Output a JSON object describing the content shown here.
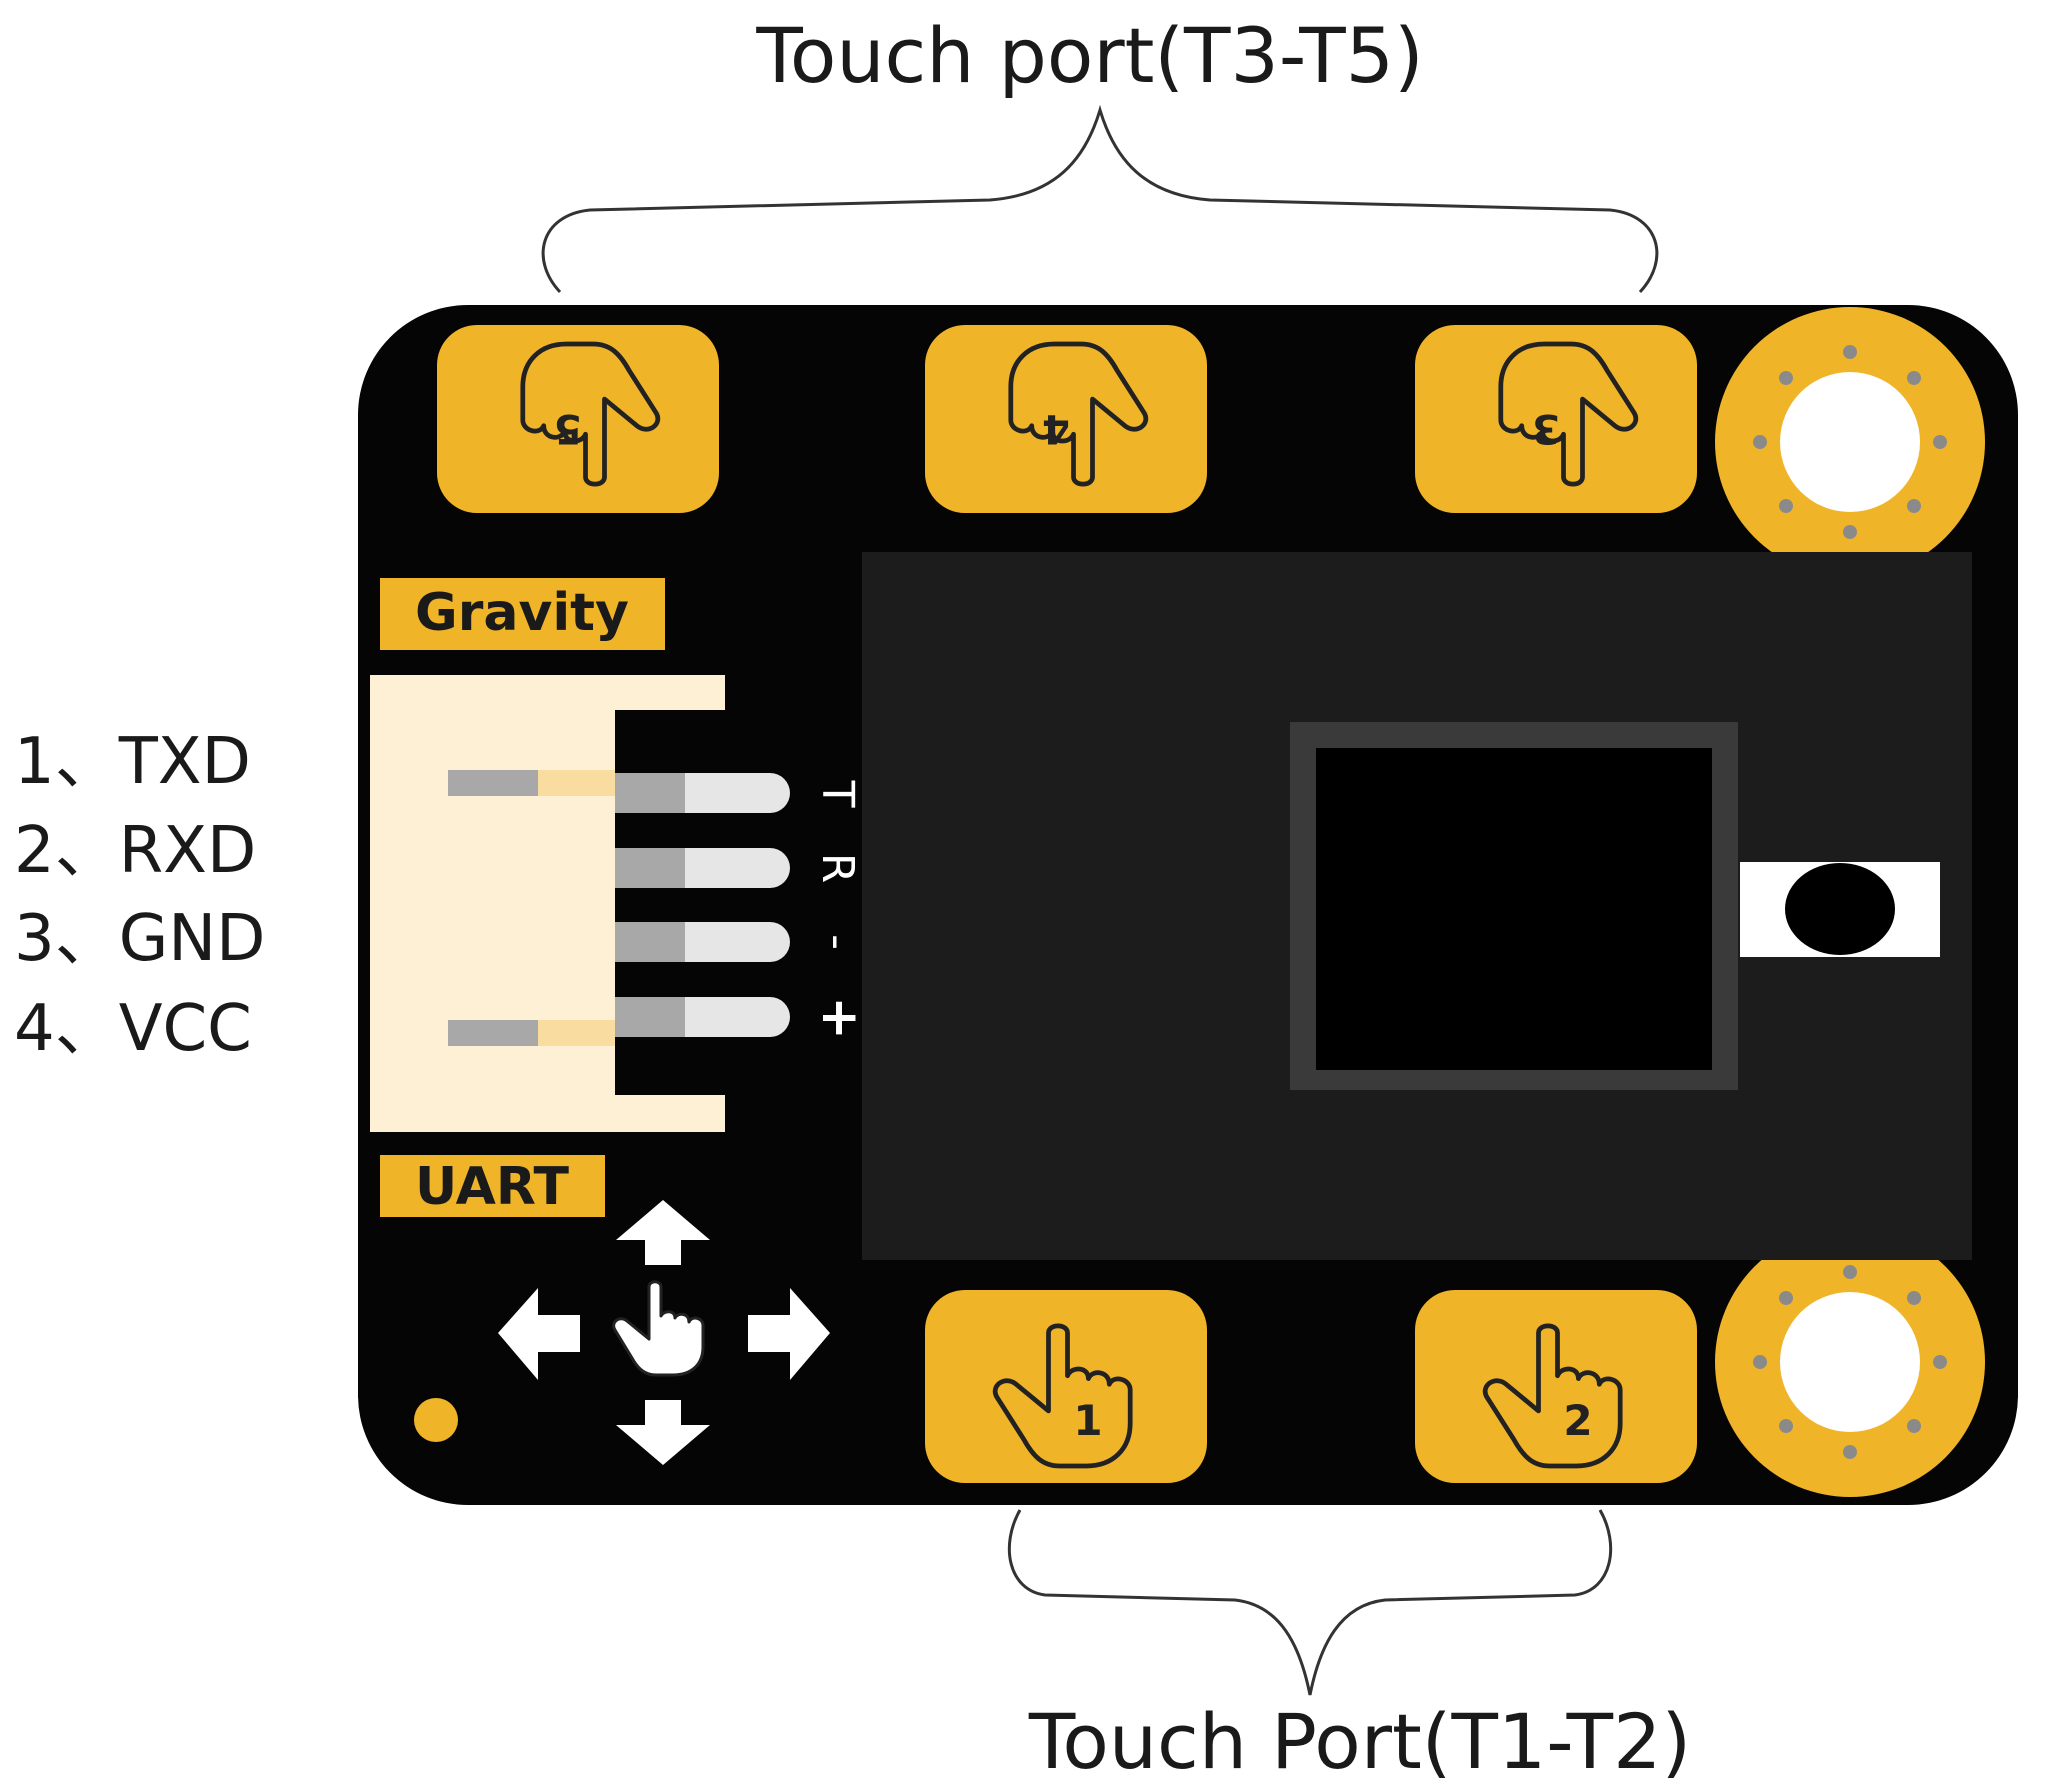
{
  "labels": {
    "top_port": "Touch port(T3-T5)",
    "bottom_port": "Touch Port(T1-T2)",
    "gravity": "Gravity",
    "uart": "UART"
  },
  "pins": [
    {
      "label": "1、TXD",
      "silk": "T"
    },
    {
      "label": "2、RXD",
      "silk": "R"
    },
    {
      "label": "3、GND",
      "silk": "-"
    },
    {
      "label": "4、VCC",
      "silk": "+"
    }
  ],
  "pads": {
    "top": [
      {
        "number": "5",
        "icon": "hand-pointer-icon"
      },
      {
        "number": "4",
        "icon": "hand-pointer-icon"
      },
      {
        "number": "3",
        "icon": "hand-pointer-icon"
      }
    ],
    "bottom": [
      {
        "number": "1",
        "icon": "hand-pointer-icon"
      },
      {
        "number": "2",
        "icon": "hand-pointer-icon"
      }
    ]
  },
  "colors": {
    "board": "#050505",
    "pad": "#f0b429",
    "connector": "#fdf0d4",
    "pin": "#e6e6e6",
    "pin_dark": "#a8a8a8",
    "module": "#1c1c1c",
    "sensor": "#3a3a3a",
    "hole": "#ffffff",
    "text": "#1a1a1a"
  }
}
